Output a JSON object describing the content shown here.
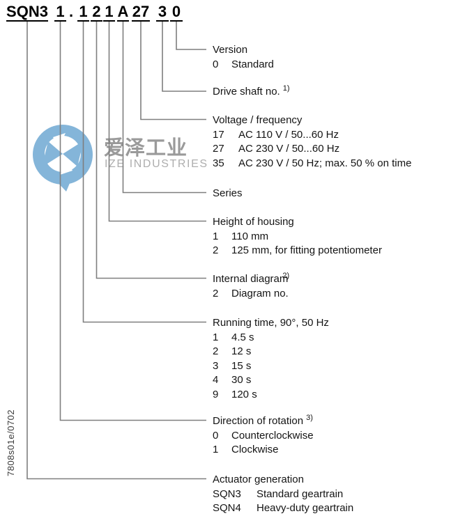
{
  "code": {
    "segments": [
      {
        "text": "SQN3"
      },
      {
        "text": "1"
      },
      {
        "text": "."
      },
      {
        "text": "1"
      },
      {
        "text": "2"
      },
      {
        "text": "1"
      },
      {
        "text": "A"
      },
      {
        "text": "27"
      },
      {
        "text": "3"
      },
      {
        "text": "0"
      }
    ]
  },
  "blocks": [
    {
      "title": "Version",
      "sup": "",
      "options": [
        {
          "code": "0",
          "desc": "Standard"
        }
      ]
    },
    {
      "title": "Drive shaft no.",
      "sup": "1)",
      "options": []
    },
    {
      "title": "Voltage / frequency",
      "sup": "",
      "options": [
        {
          "code": "17",
          "desc": "AC 110 V / 50...60 Hz"
        },
        {
          "code": "27",
          "desc": "AC 230 V / 50...60 Hz"
        },
        {
          "code": "35",
          "desc": "AC 230 V / 50 Hz; max. 50 % on time"
        }
      ]
    },
    {
      "title": "Series",
      "sup": "",
      "options": []
    },
    {
      "title": "Height of housing",
      "sup": "",
      "options": [
        {
          "code": "1",
          "desc": "110 mm"
        },
        {
          "code": "2",
          "desc": "125 mm, for fitting potentiometer"
        }
      ]
    },
    {
      "title": "Internal diagram",
      "sup": "2)",
      "options": [
        {
          "code": "2",
          "desc": "Diagram no."
        }
      ]
    },
    {
      "title": "Running time, 90°, 50 Hz",
      "sup": "",
      "options": [
        {
          "code": "1",
          "desc": "4.5 s"
        },
        {
          "code": "2",
          "desc": "12 s"
        },
        {
          "code": "3",
          "desc": "15 s"
        },
        {
          "code": "4",
          "desc": "30 s"
        },
        {
          "code": "9",
          "desc": "120 s"
        }
      ]
    },
    {
      "title": "Direction of rotation",
      "sup": "3)",
      "options": [
        {
          "code": "0",
          "desc": "Counterclockwise"
        },
        {
          "code": "1",
          "desc": "Clockwise"
        }
      ]
    },
    {
      "title": "Actuator generation",
      "sup": "",
      "options": [
        {
          "code": "SQN3",
          "desc": "Standard geartrain"
        },
        {
          "code": "SQN4",
          "desc": "Heavy-duty geartrain"
        }
      ]
    }
  ],
  "watermark": {
    "cjk_text": "爱泽工业",
    "latin_text": "IZE INDUSTRIES",
    "logo_color": "#84b5d9"
  },
  "footer_code": "7808s01e/0702",
  "colors": {
    "line_gray": "#7f7f7f",
    "text_black": "#141414",
    "watermark_gray": "#9a9a9a"
  }
}
